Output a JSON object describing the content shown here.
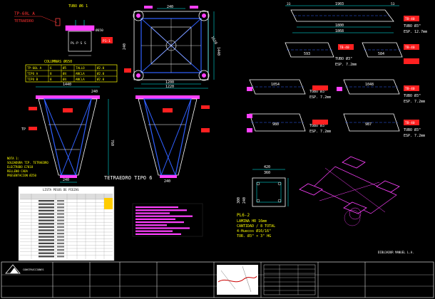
{
  "tetra_detail": {
    "title": "TP-60L A",
    "subtitle": "TETRAEDRO",
    "top_note": "TUBO Ø6 1",
    "dim_side": "Ø650",
    "plate_label": "PL-P S S",
    "side_tag": "P1-1"
  },
  "columns_table": {
    "title": "COLUMNAS Ø650",
    "rows": [
      [
        "TP-60L A",
        "6",
        "Ø5",
        "TALLO",
        "Ø2.0"
      ],
      [
        "TIPO A",
        "8",
        "Ø4",
        "ANCLA",
        "Ø2.0"
      ],
      [
        "TIPO B",
        "8",
        "Ø4",
        "ANCLA",
        "Ø2.0"
      ]
    ]
  },
  "plan": {
    "dim_top": "240",
    "dim_bottom": "1200",
    "dim_inner": "1220",
    "dim_right_outer": "1440",
    "dim_right_inner": "1620",
    "dim_left": "240"
  },
  "elevation": {
    "dim_top": "1440",
    "dim_top2": "240",
    "dim_height": "760",
    "dim_base": "240",
    "dim_base2": "240",
    "title": "TETRAEDRO TIPO 6",
    "left_label": "TP",
    "notes": [
      "NOTA 1:",
      "SOLDADURA TIP. TETRAEDRO",
      "ELECTRODO E7018",
      "RELLENO CADA",
      "PRESENTACION Ø250"
    ]
  },
  "tubes": [
    {
      "tag": "TB-40",
      "len": "1903",
      "sub_a": "1800",
      "sub_b": "1868",
      "name": "TUBO Ø3\"",
      "esp": "ESP. 12.7mm",
      "dim_left": "33",
      "dim_right": "53"
    },
    {
      "tag": "TB-40",
      "len_a": "593",
      "len_b": "584",
      "name": "TUBO Ø3\"",
      "esp": "ESP. 7.2mm"
    },
    {
      "tag": "TB-40",
      "len_a": "1054",
      "len_b": "1048",
      "name": "TUBO Ø3\"",
      "esp": "ESP. 7.2mm"
    },
    {
      "tag": "TB-40",
      "len_a": "980",
      "len_b": "987",
      "name": "TUBO Ø3\"",
      "esp": "ESP. 7.2mm"
    }
  ],
  "plate": {
    "dim_top": "420",
    "dim_top2": "360",
    "dim_side": "240",
    "dim_side2": "300",
    "title": "PL6-2",
    "lines": [
      "LAMINA HR 16mm",
      "CANTIDAD / 8 TOTAL",
      "4-Huecos Ø16/16\"",
      "TOR. Ø3\" × 3\" HG"
    ]
  },
  "weights_table": {
    "title": "LISTA PESOS DE PIEZAS"
  },
  "title_block": {
    "company": "CONSTRUCCIONES",
    "right_corner": "DIBUJADOR MANUEL L.A."
  },
  "colors": {
    "cyan": "#00ffff",
    "blue": "#3060ff",
    "magenta": "#ff40ff",
    "yellow": "#ffff00",
    "red": "#ff2020",
    "white": "#ffffff"
  }
}
